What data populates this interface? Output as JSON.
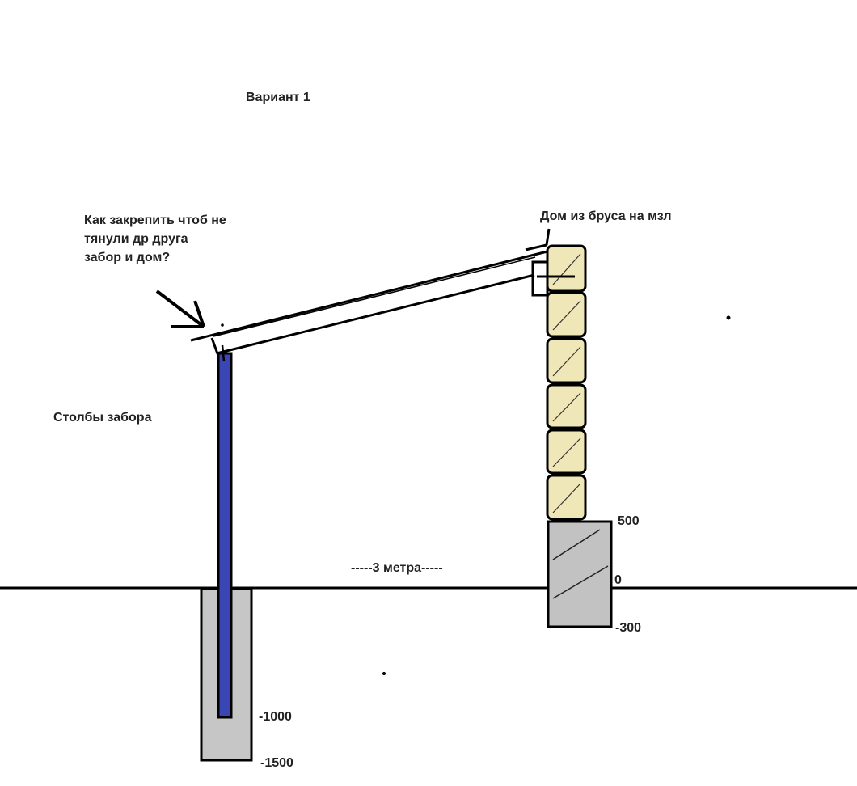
{
  "title": "Вариант 1",
  "labels": {
    "question": "Как закрепить чтоб не\nтянули др друга\nзабор и дом?",
    "house": "Дом из бруса на мзл",
    "fence_posts": "Столбы забора",
    "distance": "-----3 метра-----"
  },
  "levels": {
    "top_of_foundation": "500",
    "ground": "0",
    "foundation_bottom": "-300",
    "post_bottom": "-1000",
    "concrete_bottom": "-1500"
  },
  "colors": {
    "post": "#3a46b4",
    "concrete": "#c6c6c6",
    "timber": "#efe7b8",
    "foundation": "#c2c2c2",
    "line": "#000000"
  }
}
